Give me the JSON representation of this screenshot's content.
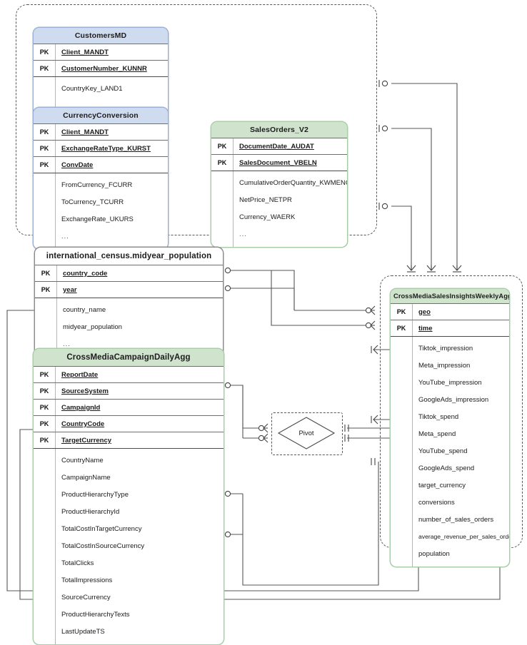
{
  "diagram": {
    "title_hidden": "",
    "pivot": {
      "label": "Pivot"
    },
    "key_marker": "PK",
    "ellipsis": "..."
  },
  "groups": [
    {
      "name": "source-systems-group"
    },
    {
      "name": "target-model-group"
    },
    {
      "name": "pivot-group"
    }
  ],
  "entities": [
    {
      "id": "customers_md",
      "name": "CustomersMD",
      "color": "blue",
      "pk": [
        "Client_MANDT",
        "CustomerNumber_KUNNR"
      ],
      "attrs": [
        "CountryKey_LAND1",
        "..."
      ]
    },
    {
      "id": "currency_conversion",
      "name": "CurrencyConversion",
      "color": "blue",
      "pk": [
        "Client_MANDT",
        "ExchangeRateType_KURST",
        "ConvDate"
      ],
      "attrs": [
        "FromCurrency_FCURR",
        "ToCurrency_TCURR",
        "ExchangeRate_UKURS",
        "..."
      ]
    },
    {
      "id": "sales_orders_v2",
      "name": "SalesOrders_V2",
      "color": "green",
      "pk": [
        "DocumentDate_AUDAT",
        "SalesDocument_VBELN"
      ],
      "attrs": [
        "CumulativeOrderQuantity_KWMENG",
        "NetPrice_NETPR",
        "Currency_WAERK",
        "..."
      ]
    },
    {
      "id": "midyear_population",
      "name": "international_census.midyear_population",
      "color": "gray",
      "pk": [
        "country_code",
        "year"
      ],
      "attrs": [
        "country_name",
        "midyear_population",
        "..."
      ]
    },
    {
      "id": "cross_media_campaign_daily_agg",
      "name": "CrossMediaCampaignDailyAgg",
      "color": "green",
      "pk": [
        "ReportDate",
        "SourceSystem",
        "CampaignId",
        "CountryCode",
        "TargetCurrency"
      ],
      "attrs": [
        "CountryName",
        "CampaignName",
        "ProductHierarchyType",
        "ProductHierarchyId",
        "TotalCostInTargetCurrency",
        "TotalCostInSourceCurrency",
        "TotalClicks",
        "TotalImpressions",
        "SourceCurrency",
        "ProductHierarchyTexts",
        "LastUpdateTS"
      ]
    },
    {
      "id": "cross_media_sales_insights_weekly_agg",
      "name": "CrossMediaSalesInsightsWeeklyAgg",
      "color": "green",
      "pk": [
        "geo",
        "time"
      ],
      "attrs": [
        "Tiktok_impression",
        "Meta_impression",
        "YouTube_impression",
        "GoogleAds_impression",
        "Tiktok_spend",
        "Meta_spend",
        "YouTube_spend",
        "GoogleAds_spend",
        "target_currency",
        "conversions",
        "number_of_sales_orders",
        "average_revenue_per_sales_order",
        "population"
      ]
    }
  ],
  "colors": {
    "blue_header": "#cfdcf0",
    "blue_border": "#9aafd4",
    "green_header": "#cfe3cd",
    "green_border": "#a9cda8",
    "gray_border": "#8c8c8c",
    "line": "#555555",
    "dashed": "#58585a"
  }
}
